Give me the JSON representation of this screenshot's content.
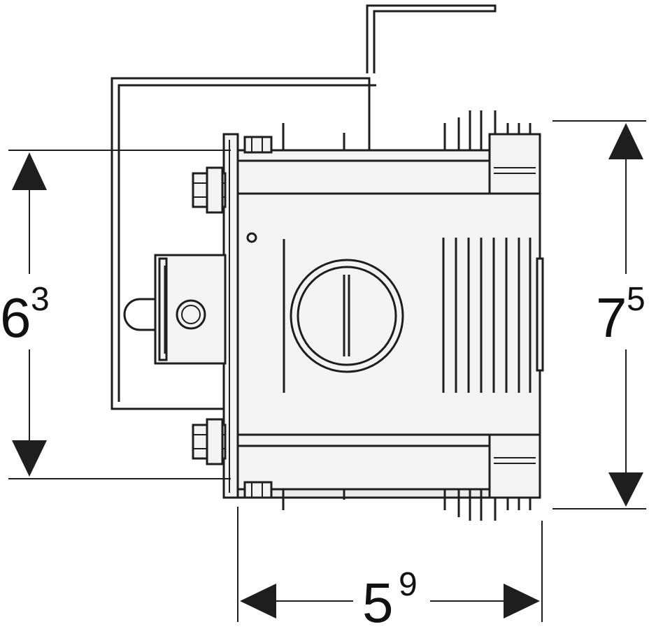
{
  "dimensions": {
    "left_height": {
      "value": "6",
      "superscript": "3"
    },
    "right_height": {
      "value": "7",
      "superscript": "5"
    },
    "bottom_width": {
      "value": "5",
      "superscript": "9"
    }
  },
  "colors": {
    "line": "#1e1e1e",
    "fill": "#ececec",
    "background": "#ffffff"
  }
}
